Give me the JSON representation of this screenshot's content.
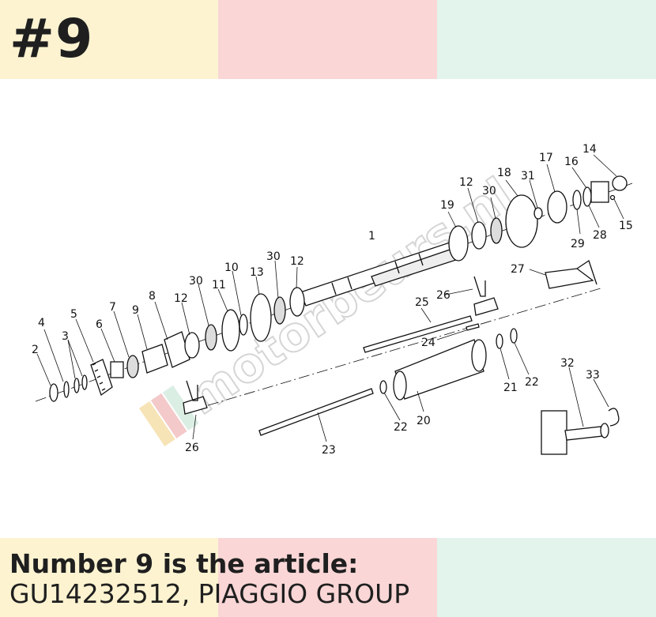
{
  "header": {
    "badge": "#9"
  },
  "caption": {
    "title": "Number 9 is the article:",
    "article": "GU14232512, PIAGGIO GROUP"
  },
  "diagram": {
    "watermark": "motorbeurs.nl",
    "colors": {
      "line": "#111111",
      "top_left": "#fdf3d1",
      "top_mid": "#fad6d6",
      "top_right": "#e2f4ec"
    },
    "callouts": [
      "1",
      "2",
      "3",
      "4",
      "5",
      "6",
      "7",
      "8",
      "9",
      "10",
      "11",
      "12",
      "12",
      "12",
      "13",
      "14",
      "15",
      "16",
      "17",
      "18",
      "19",
      "20",
      "21",
      "22",
      "22",
      "23",
      "24",
      "25",
      "26",
      "26",
      "27",
      "28",
      "29",
      "30",
      "30",
      "30",
      "31",
      "32",
      "33"
    ]
  }
}
